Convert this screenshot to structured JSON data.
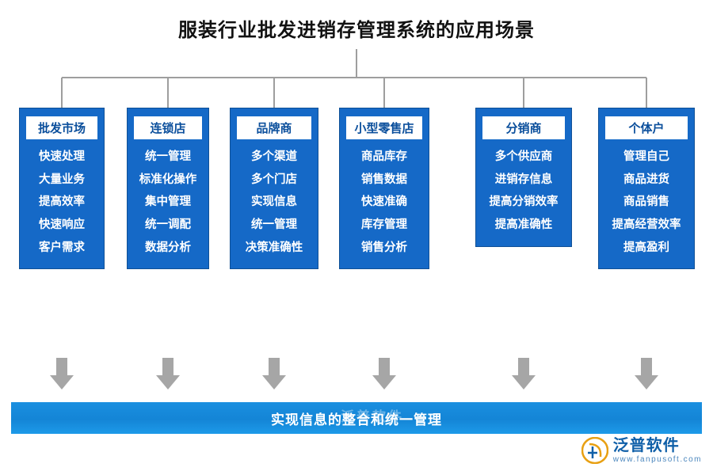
{
  "title": "服装行业批发进销存管理系统的应用场景",
  "colors": {
    "box_fill": "#1569c7",
    "box_border": "#0f5096",
    "header_text": "#0b4f9c",
    "footer_bar": "#1a8fe0",
    "arrow_gray": "#a6a6a6",
    "connector_line": "#9e9e9e",
    "title_text": "#111111",
    "brand_blue": "#0f5fa8"
  },
  "columns": [
    {
      "header": "批发市场",
      "items": [
        "快速处理",
        "大量业务",
        "提高效率",
        "快速响应",
        "客户需求"
      ]
    },
    {
      "header": "连锁店",
      "items": [
        "统一管理",
        "标准化操作",
        "集中管理",
        "统一调配",
        "数据分析"
      ]
    },
    {
      "header": "品牌商",
      "items": [
        "多个渠道",
        "多个门店",
        "实现信息",
        "统一管理",
        "决策准确性"
      ]
    },
    {
      "header": "小型零售店",
      "items": [
        "商品库存",
        "销售数据",
        "快速准确",
        "库存管理",
        "销售分析"
      ]
    },
    {
      "header": "分销商",
      "items": [
        "多个供应商",
        "进销存信息",
        "提高分销效率",
        "提高准确性"
      ]
    },
    {
      "header": "个体户",
      "items": [
        "管理自己",
        "商品进货",
        "商品销售",
        "提高经营效率",
        "提高盈利"
      ]
    }
  ],
  "footer": {
    "label": "实现信息的整合和统一管理",
    "watermark": "泛普软件"
  },
  "logo": {
    "cn": "泛普软件",
    "en": "www.fanpusoft.com"
  },
  "arrows": {
    "down_arrow_name": "down-arrow"
  }
}
